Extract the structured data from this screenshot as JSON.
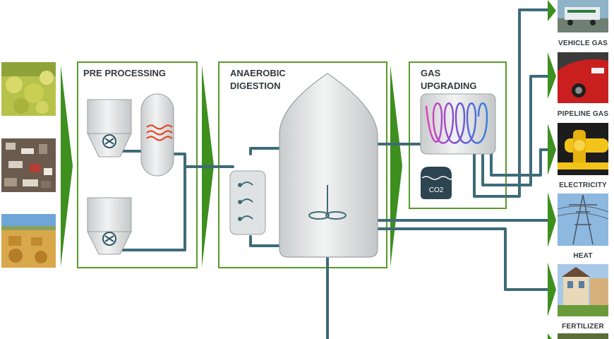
{
  "stages": {
    "pre_processing": "PRE PROCESSING",
    "anaerobic_digestion_line1": "ANAEROBIC",
    "anaerobic_digestion_line2": "DIGESTION",
    "gas_upgrading_line1": "GAS",
    "gas_upgrading_line2": "UPGRADING"
  },
  "co2_label": "CO2",
  "outputs": {
    "vehicle_gas": "VEHICLE GAS",
    "pipeline_gas": "PIPELINE GAS",
    "electricity": "ELECTRICITY",
    "heat": "HEAT",
    "fertilizer": "FERTILIZER"
  },
  "inputs": [
    "crop-waste-photo",
    "household-waste-photo",
    "hay-bales-photo"
  ],
  "colors": {
    "green_border": "#5a9a2a",
    "green_arrow": "#3d8f1e",
    "pipe": "#3e6b78",
    "tank": "#e2e4e5",
    "heater": "#e04a2c"
  }
}
